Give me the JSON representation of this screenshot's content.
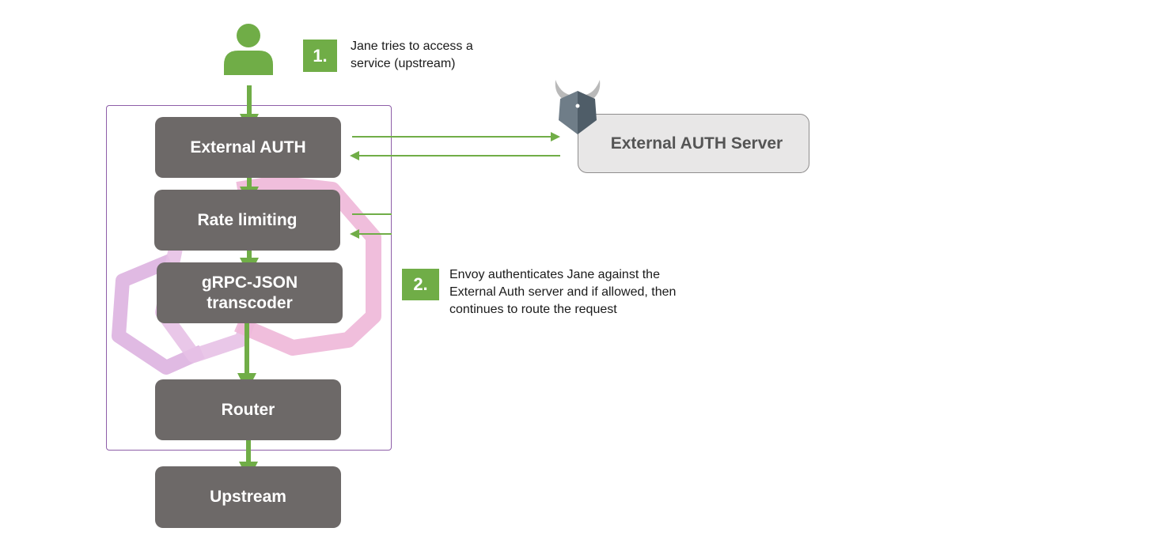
{
  "steps": [
    {
      "badge": "1.",
      "lines": [
        "Jane tries to access a",
        "service (upstream)"
      ]
    },
    {
      "badge": "2.",
      "lines": [
        "Envoy authenticates Jane against the",
        "External Auth server and if allowed, then",
        "continues to route the request"
      ]
    }
  ],
  "filters": {
    "external_auth": "External AUTH",
    "rate_limiting": "Rate limiting",
    "transcoder_line1": "gRPC-JSON",
    "transcoder_line2": "transcoder",
    "router": "Router"
  },
  "upstream": "Upstream",
  "auth_server": "External AUTH Server",
  "icons": {
    "user": "person-icon",
    "envoy_logo": "envoy-hexagon-logo",
    "opa_logo": "opa-viking-icon"
  },
  "colors": {
    "filter_box": "#6d6968",
    "arrow": "#70ad47",
    "frame": "#8e5ea8",
    "envoy_logo": "#e8a6d2",
    "server_box": "#e8e7e7"
  }
}
